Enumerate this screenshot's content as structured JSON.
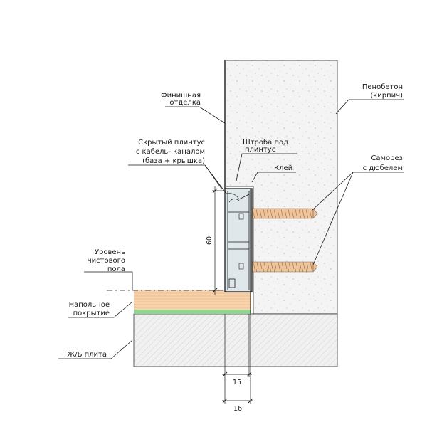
{
  "labels": {
    "foam_concrete_1": "Пенобетон",
    "foam_concrete_2": "(кирпич)",
    "finish_1": "Финишная",
    "finish_2": "отделка",
    "plinth_1": "Скрытый плинтус",
    "plinth_2": "с кабель- каналом",
    "plinth_3": "(база + крышка)",
    "groove_1": "Штроба под",
    "groove_2": "плинтус",
    "glue": "Клей",
    "screw_1": "Саморез",
    "screw_2": "с дюбелем",
    "floor_level_1": "Уровень",
    "floor_level_2": "чистового",
    "floor_level_3": "пола",
    "flooring_1": "Напольное",
    "flooring_2": "покрытие",
    "slab": "Ж/Б плита"
  },
  "dimensions": {
    "height": "60",
    "depth_15": "15",
    "depth_16": "16"
  },
  "colors": {
    "concrete": "#f4f4f4",
    "slab": "#f1f1f1",
    "wood": "#f6d3ac",
    "wood_line": "#eaa974",
    "underlay": "#8fd48f",
    "screw": "#f0c49a",
    "profile": "#dfe7ea",
    "ink": "#1a1a1a"
  }
}
